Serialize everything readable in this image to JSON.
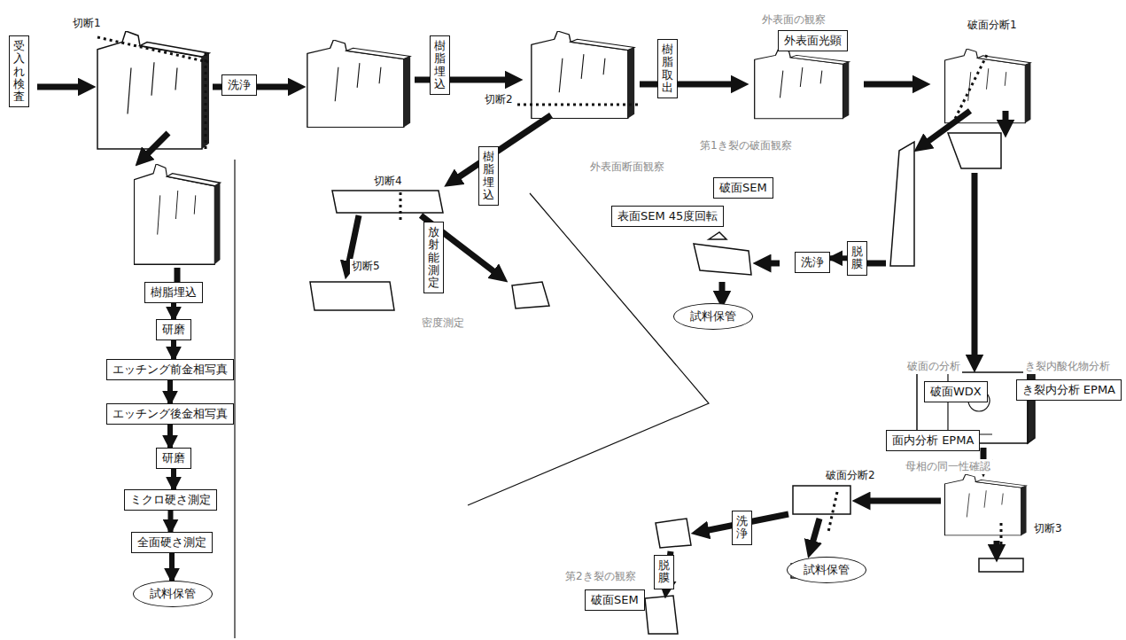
{
  "diagram": {
    "nodes": [
      {
        "text": [
          "受入れ検査"
        ]
      },
      {
        "text": [
          "洗浄"
        ]
      },
      {
        "text": [
          "樹脂埋込"
        ]
      },
      {
        "text": [
          "樹脂取出"
        ]
      },
      {
        "text": [
          "外表面光顕"
        ]
      },
      {
        "text": [
          "樹脂埋込"
        ]
      },
      {
        "text": [
          "研磨"
        ]
      },
      {
        "text": [
          "エッチング前金相写真"
        ]
      },
      {
        "text": [
          "エッチング後金相写真"
        ]
      },
      {
        "text": [
          "研磨"
        ]
      },
      {
        "text": [
          "ミクロ硬さ測定"
        ]
      },
      {
        "text": [
          "全面硬さ測定"
        ]
      },
      {
        "text": [
          "試料保管"
        ]
      },
      {
        "text": [
          "樹脂埋込"
        ]
      },
      {
        "text": [
          "放射能測定"
        ]
      },
      {
        "text": [
          "表面SEM 45度回転"
        ]
      },
      {
        "text": [
          "破面SEM"
        ]
      },
      {
        "text": [
          "洗浄"
        ]
      },
      {
        "text": [
          "脱膜"
        ]
      },
      {
        "text": [
          "試料保管"
        ]
      },
      {
        "text": [
          "破面WDX"
        ]
      },
      {
        "text": [
          "き裂内分析 EPMA"
        ]
      },
      {
        "text": [
          "面内分析 EPMA"
        ]
      },
      {
        "text": [
          "洗浄"
        ]
      },
      {
        "text": [
          "脱膜"
        ]
      },
      {
        "text": [
          "破面SEM"
        ]
      },
      {
        "text": [
          "試料保管"
        ]
      }
    ],
    "edges": [
      {
        "from": 5,
        "to": 6,
        "arrow": "to"
      },
      {
        "from": 6,
        "to": 7,
        "arrow": "to"
      },
      {
        "from": 7,
        "to": 8,
        "arrow": "to"
      },
      {
        "from": 8,
        "to": 9,
        "arrow": "to"
      },
      {
        "from": 9,
        "to": 10,
        "arrow": "to"
      },
      {
        "from": 10,
        "to": 11,
        "arrow": "to"
      },
      {
        "from": 11,
        "to": 12,
        "arrow": "to"
      },
      {
        "from": 18,
        "to": 17,
        "arrow": "to"
      }
    ],
    "labels": [
      "切断1",
      "切断2",
      "外表面の観察",
      "破面分断1",
      "切断4",
      "切断5",
      "密度測定",
      "外表面断面観察",
      "第1き裂の破面観察",
      "破面の分析",
      "き裂内酸化物分析",
      "母相の同一性確認",
      "破面分断2",
      "切断3",
      "第2き裂の観察"
    ]
  }
}
